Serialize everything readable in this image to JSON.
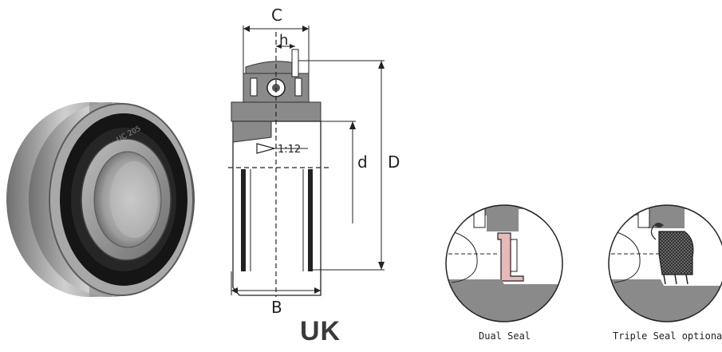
{
  "product": {
    "series": "UK",
    "bearing_marking": "UC 205"
  },
  "drawing": {
    "dim_C": "C",
    "dim_h": "h",
    "dim_B": "B",
    "dim_d": "d",
    "dim_D": "D",
    "taper": "1:12"
  },
  "seals": {
    "dual_label": "Dual Seal",
    "triple_label": "Triple Seal optional"
  },
  "colors": {
    "metal_dark": "#4a4a4a",
    "metal_mid": "#8c8c8c",
    "section_gray": "#8a8a8a",
    "rubber": "#111111",
    "seal_pink": "#e8b9b9"
  }
}
